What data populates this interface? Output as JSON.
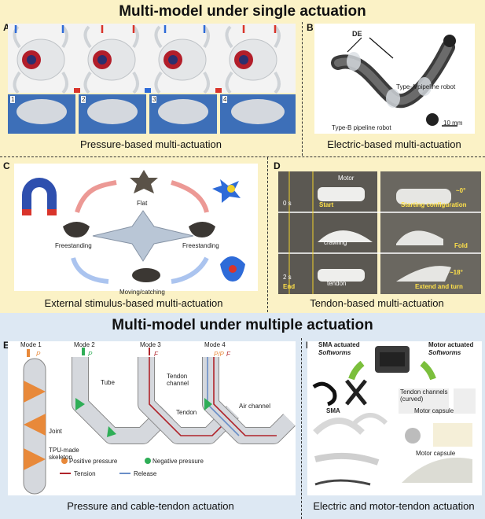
{
  "top_title": "Multi-model under single actuation",
  "bottom_title": "Multi-model under multiple actuation",
  "panels": {
    "A": {
      "letter": "A",
      "caption": "Pressure-based multi-actuation",
      "frame_labels": [
        "1",
        "2",
        "3",
        "4"
      ]
    },
    "B": {
      "letter": "B",
      "caption": "Electric-based multi-actuation",
      "labels": {
        "de": "DE",
        "type_a": "Type-A pipeline robot",
        "type_b": "Type-B pipeline robot",
        "scale": "10 mm"
      }
    },
    "C": {
      "letter": "C",
      "caption": "External stimulus-based multi-actuation",
      "labels": {
        "flat": "Flat",
        "freestanding_left": "Freestanding",
        "freestanding_right": "Freestanding",
        "moving": "Moving/catching"
      }
    },
    "D": {
      "letter": "D",
      "caption": "Tendon-based multi-actuation",
      "labels": {
        "motor": "Motor",
        "t0": "0 s",
        "start": "Start",
        "crawling": "crawling",
        "t2": "2 s",
        "end": "End",
        "tendon": "tendon",
        "deg0": "~0°",
        "starting": "Starting configuration",
        "fold": "Fold",
        "deg18": "~18°",
        "extend": "Extend and turn"
      }
    },
    "E": {
      "letter": "E",
      "caption": "Pressure and cable-tendon actuation",
      "labels": {
        "mode1": "Mode 1",
        "mode2": "Mode 2",
        "mode3": "Mode 3",
        "mode4": "Mode 4",
        "p": "P",
        "f": "F",
        "pp": "P/P",
        "tube": "Tube",
        "tendon_channel": "Tendon\nchannel",
        "tendon": "Tendon",
        "air_channel": "Air channel",
        "joint": "Joint",
        "skeleton": "TPU-made\nskeleton",
        "pos": "Positive pressure",
        "neg": "Negative pressure",
        "tension": "Tension",
        "release": "Release"
      }
    },
    "F": {
      "letter": "F",
      "caption": "Electric and motor-tendon actuation",
      "labels": {
        "sma_title": "SMA actuated",
        "sma_sub": "Softworms",
        "motor_title": "Motor actuated",
        "motor_sub": "Softworms",
        "sma": "SMA",
        "tendon_channels": "Tendon channels\n(curved)",
        "motor_capsule_1": "Motor capsule",
        "motor_capsule_2": "Motor capsule"
      }
    }
  },
  "colors": {
    "top_bg": "#fbf2c6",
    "bottom_bg": "#dde8f3",
    "red_arrow": "#d9342b",
    "blue_arrow": "#2e6bd8",
    "orange": "#e8893a",
    "green": "#2fae57"
  }
}
